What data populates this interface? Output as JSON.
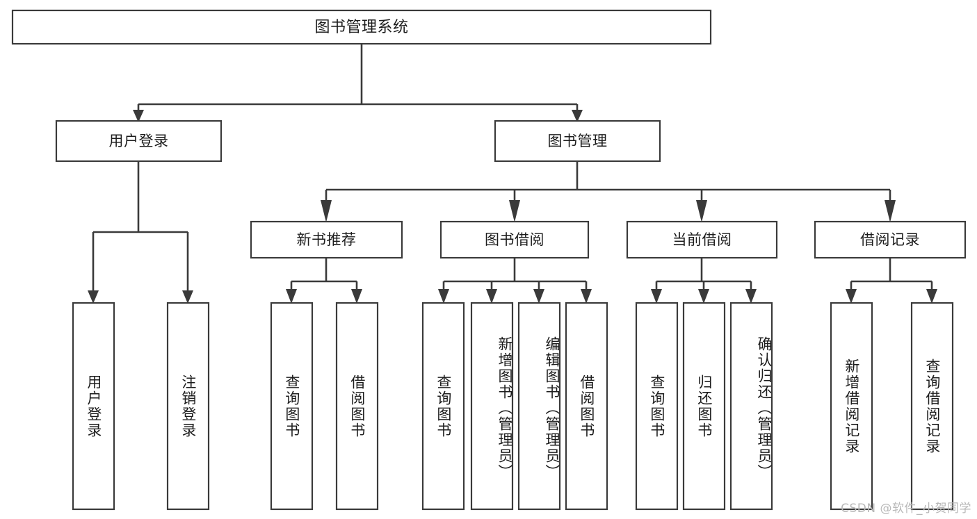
{
  "diagram": {
    "type": "tree",
    "title": "图书管理系统",
    "watermark": "CSDN @软件_小贺同学",
    "colors": {
      "box_stroke": "#3a3a3a",
      "box_fill": "#ffffff",
      "connector": "#3a3a3a",
      "text": "#1c1c1c",
      "background": "#ffffff",
      "watermark": "#b8b8b8"
    },
    "root": {
      "label": "图书管理系统"
    },
    "level2": [
      {
        "label": "用户登录"
      },
      {
        "label": "图书管理"
      }
    ],
    "level3": [
      {
        "label": "新书推荐"
      },
      {
        "label": "图书借阅"
      },
      {
        "label": "当前借阅"
      },
      {
        "label": "借阅记录"
      }
    ],
    "leaves": {
      "user_login": [
        {
          "label": "用户登录"
        },
        {
          "label": "注销登录"
        }
      ],
      "new_book_recommend": [
        {
          "label": "查询图书"
        },
        {
          "label": "借阅图书"
        }
      ],
      "book_borrow": [
        {
          "label": "查询图书"
        },
        {
          "label": "新增图书（管理员）"
        },
        {
          "label": "编辑图书（管理员）"
        },
        {
          "label": "借阅图书"
        }
      ],
      "current_borrow": [
        {
          "label": "查询图书"
        },
        {
          "label": "归还图书"
        },
        {
          "label": "确认归还（管理员）"
        }
      ],
      "borrow_record": [
        {
          "label": "新增借阅记录"
        },
        {
          "label": "查询借阅记录"
        }
      ]
    }
  }
}
